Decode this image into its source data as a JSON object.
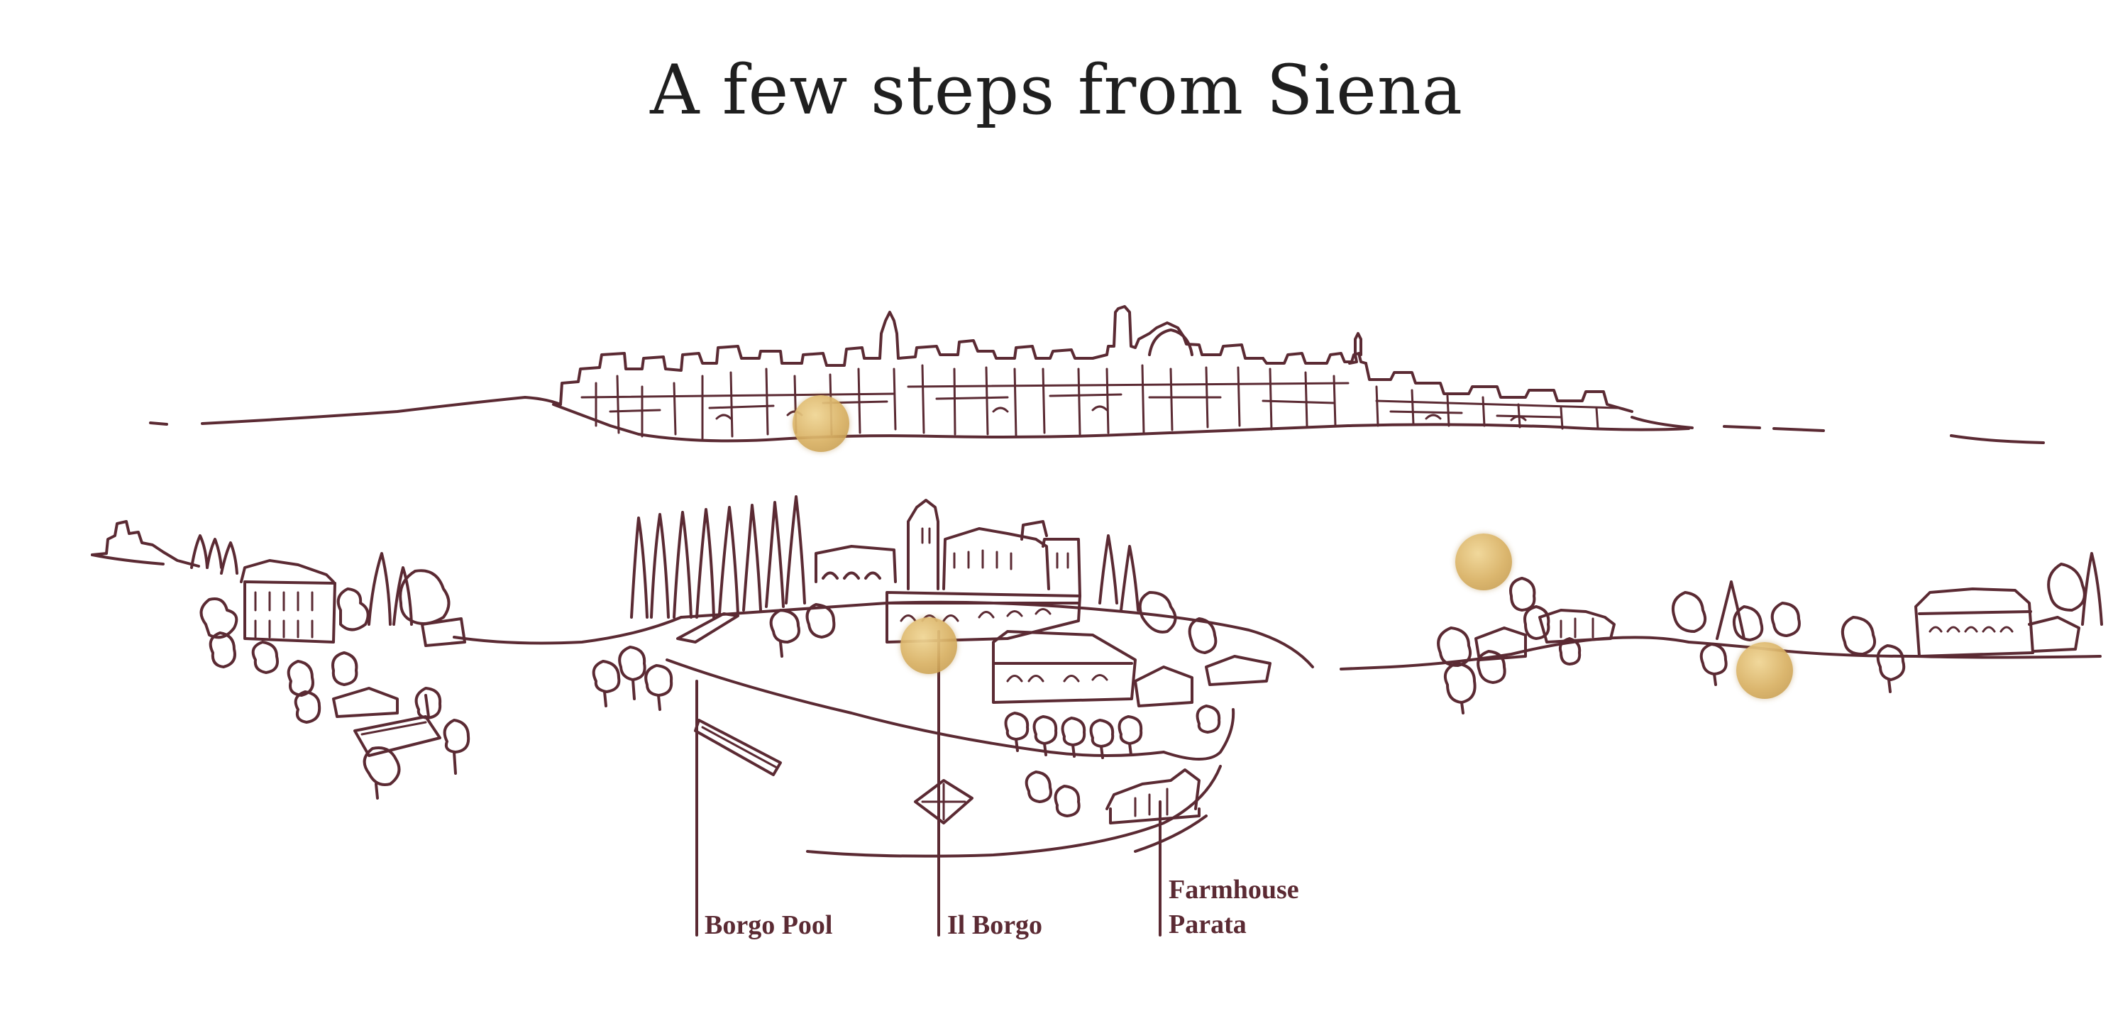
{
  "title": "A few steps from Siena",
  "colors": {
    "ink": "#5b2a33",
    "hotspot": "#d8b062",
    "background": "#ffffff"
  },
  "labels": {
    "borgo_pool": "Borgo Pool",
    "il_borgo": "Il Borgo",
    "farmhouse_parata": "Farmhouse\nParata"
  }
}
